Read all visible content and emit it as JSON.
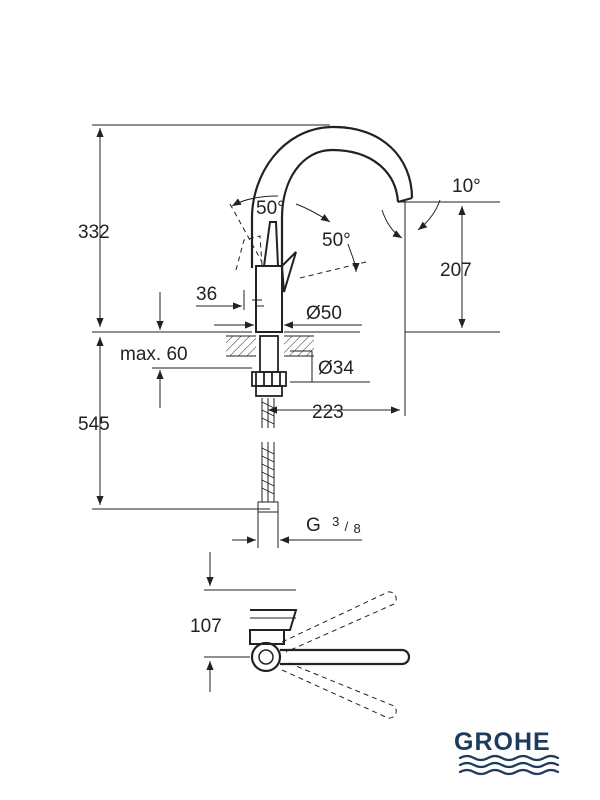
{
  "dimensions": {
    "height_total": "332",
    "height_below": "545",
    "spout_height": "207",
    "handle_depth": "36",
    "base_diameter": "Ø50",
    "max_counter": "max. 60",
    "mount_diameter": "Ø34",
    "reach": "223",
    "thread_base": "G",
    "thread_num": "3",
    "thread_den": "8",
    "swing_depth": "107",
    "angle_lever_left": "50°",
    "angle_lever_right": "50°",
    "angle_spout": "10°"
  },
  "logo": {
    "text": "GROHE"
  },
  "colors": {
    "line": "#222222",
    "brand": "#1f3b5c"
  }
}
